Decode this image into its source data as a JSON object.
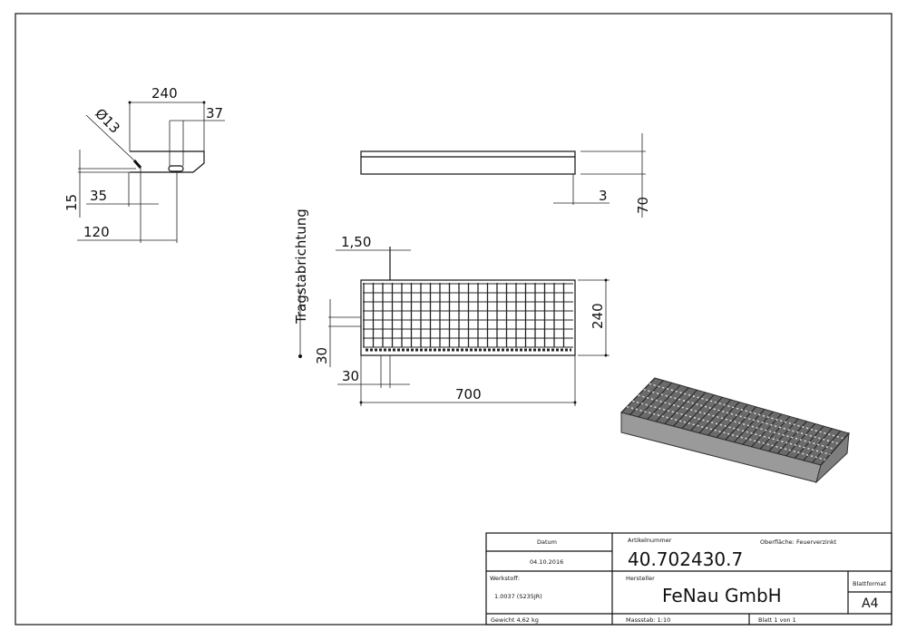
{
  "drawing": {
    "side_view": {
      "width": "240",
      "slot_offset": "37",
      "hole_diameter": "Ø13",
      "height": "15",
      "hole_offset": "35",
      "slot_distance": "120"
    },
    "front_view": {
      "thickness": "3",
      "height": "70"
    },
    "top_view": {
      "direction_label": "Tragstabrichtung",
      "bar_thickness": "1,50",
      "mesh_vertical": "30",
      "mesh_horizontal": "30",
      "length": "700",
      "depth": "240"
    }
  },
  "title_block": {
    "date_label": "Datum",
    "date_value": "04.10.2016",
    "article_label": "Artikelnummer",
    "article_value": "40.702430.7",
    "surface": "Oberfläche: Feuerverzinkt",
    "material_label": "Werkstoff:",
    "material_value": "1.0037 (S235JR)",
    "manufacturer_label": "Hersteller",
    "manufacturer_value": "FeNau GmbH",
    "format_label": "Blattformat",
    "format_value": "A4",
    "weight": "Gewicht 4,62 kg",
    "scale": "Massstab: 1:10",
    "sheet": "Blatt 1 von 1"
  }
}
